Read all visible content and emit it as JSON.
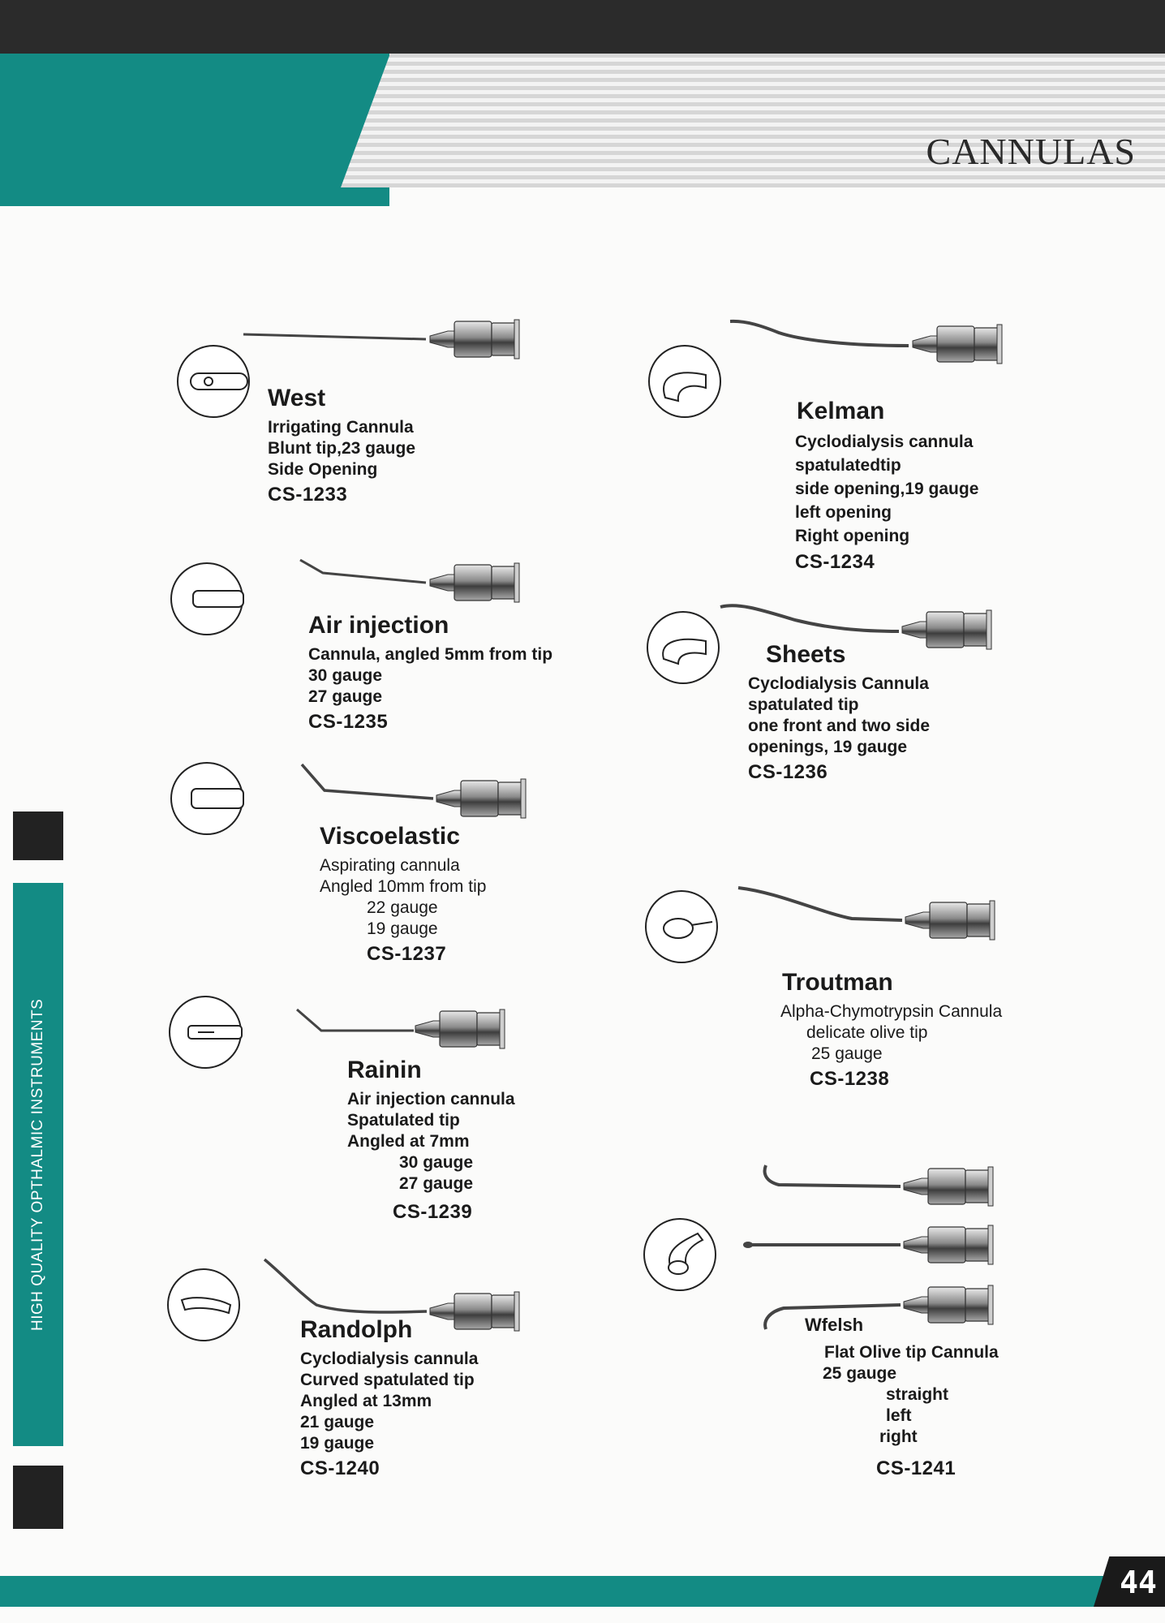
{
  "header": {
    "title": "CANNULAS"
  },
  "sidebar": {
    "text": "HIGH QUALITY OPTHALMIC INSTRUMENTS"
  },
  "footer": {
    "page_number": "44"
  },
  "products": {
    "west": {
      "name": "West",
      "lines": [
        "Irrigating Cannula",
        "Blunt tip,23 gauge",
        "Side Opening"
      ],
      "code": "CS-1233"
    },
    "kelman": {
      "name": "Kelman",
      "lines": [
        "Cyclodialysis cannula",
        "spatulatedtip",
        "side opening,19 gauge",
        "left opening",
        "Right opening"
      ],
      "code": "CS-1234"
    },
    "air_injection": {
      "name": "Air injection",
      "lines": [
        "Cannula, angled 5mm from tip",
        "30 gauge",
        "27 gauge"
      ],
      "code": "CS-1235"
    },
    "sheets": {
      "name": "Sheets",
      "lines": [
        "Cyclodialysis Cannula",
        "spatulated tip",
        "one front and two side",
        "openings, 19 gauge"
      ],
      "code": "CS-1236"
    },
    "viscoelastic": {
      "name": "Viscoelastic",
      "lines": [
        "Aspirating cannula",
        "Angled 10mm from tip",
        "22 gauge",
        "19 gauge"
      ],
      "code": "CS-1237"
    },
    "troutman": {
      "name": "Troutman",
      "lines": [
        "Alpha-Chymotrypsin Cannula",
        "delicate olive tip",
        "25 gauge"
      ],
      "code": "CS-1238"
    },
    "rainin": {
      "name": "Rainin",
      "lines": [
        "Air injection cannula",
        "Spatulated tip",
        "Angled at 7mm",
        "30 gauge",
        "27 gauge"
      ],
      "code": "CS-1239"
    },
    "randolph": {
      "name": "Randolph",
      "lines": [
        "Cyclodialysis cannula",
        "Curved spatulated tip",
        "Angled at 13mm",
        "21 gauge",
        "19 gauge"
      ],
      "code": "CS-1240"
    },
    "wfelsh": {
      "name": "Wfelsh",
      "lines": [
        "Flat Olive tip Cannula",
        "25 gauge",
        "straight",
        "left",
        "right"
      ],
      "code": "CS-1241"
    }
  }
}
